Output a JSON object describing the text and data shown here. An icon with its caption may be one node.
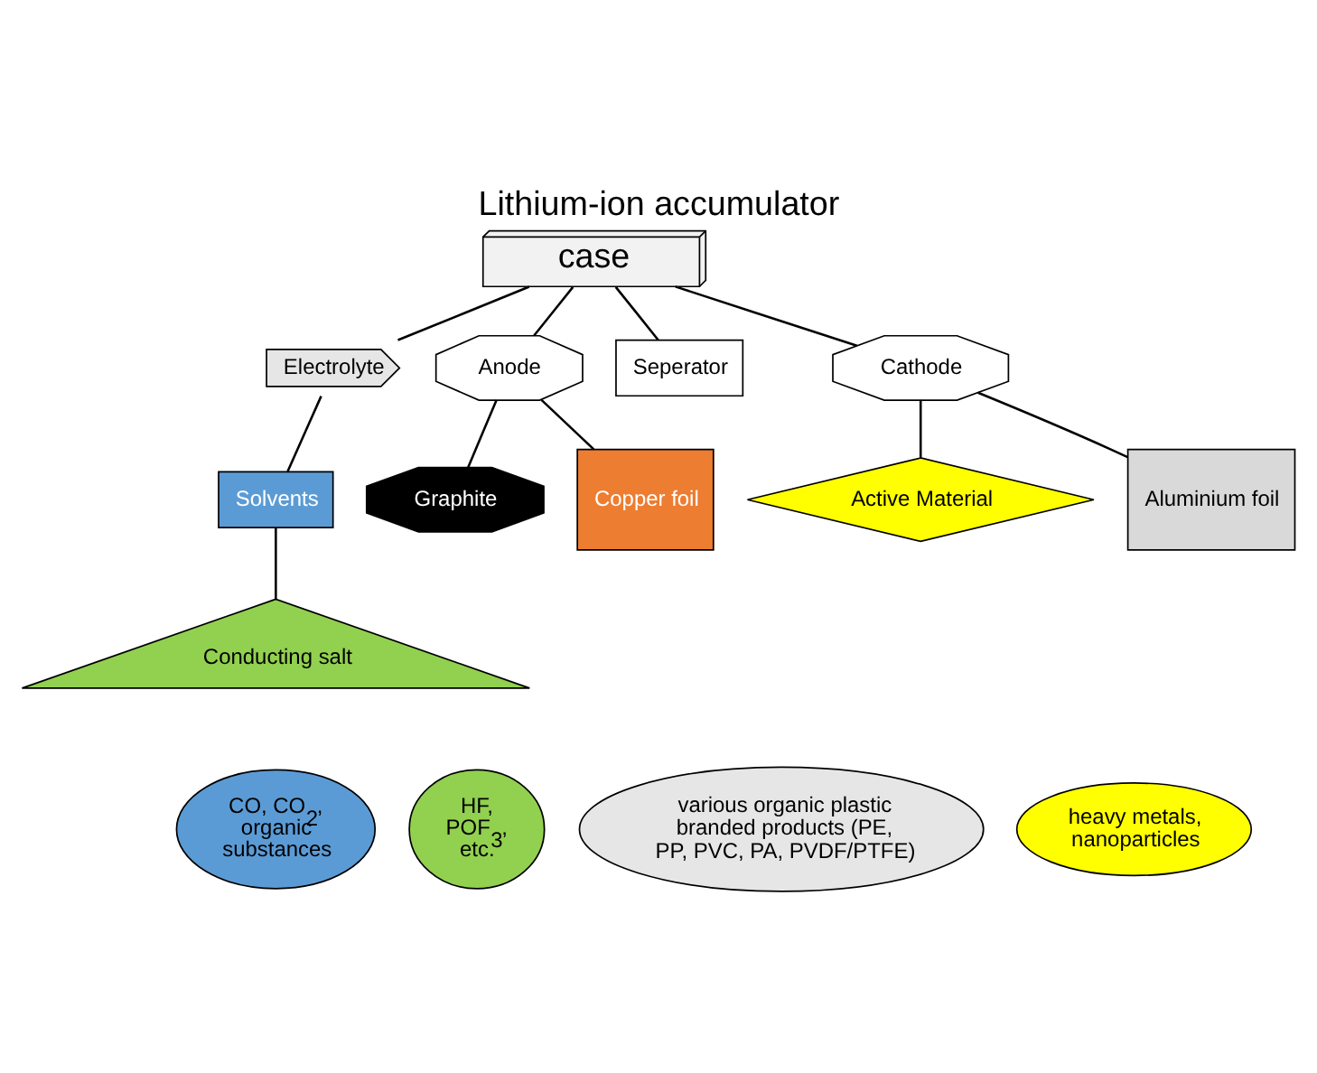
{
  "diagram": {
    "title": "Lithium-ion accumulator",
    "nodes": [
      {
        "text": [
          "case"
        ]
      },
      {
        "text": [
          "Electrolyte"
        ]
      },
      {
        "text": [
          "Anode"
        ]
      },
      {
        "text": [
          "Seperator"
        ]
      },
      {
        "text": [
          "Cathode"
        ]
      },
      {
        "text": [
          "Solvents"
        ]
      },
      {
        "text": [
          "Conducting salt"
        ]
      },
      {
        "text": [
          "Graphite"
        ]
      },
      {
        "text": [
          "Copper foil"
        ]
      },
      {
        "text": [
          "Active Material"
        ]
      },
      {
        "text": [
          "Aluminium foil"
        ]
      },
      {
        "text": [
          "CO, CO$_{2}$, organic substances"
        ]
      },
      {
        "text": [
          "HF, POF$_{3}$, etc."
        ]
      },
      {
        "text": [
          "various organic plastic branded products (PE, PP, PVC, PA, PVDF/PTFE)"
        ]
      },
      {
        "text": [
          "heavy metals, nanoparticles"
        ]
      }
    ],
    "edges": [
      {
        "from": 0,
        "to": 1,
        "arrow": "none"
      },
      {
        "from": 0,
        "to": 2,
        "arrow": "none"
      },
      {
        "from": 0,
        "to": 3,
        "arrow": "none"
      },
      {
        "from": 0,
        "to": 4,
        "arrow": "none"
      },
      {
        "from": 1,
        "to": 5,
        "arrow": "none"
      },
      {
        "from": 5,
        "to": 6,
        "arrow": "none"
      },
      {
        "from": 2,
        "to": 7,
        "arrow": "none"
      },
      {
        "from": 2,
        "to": 8,
        "arrow": "none"
      },
      {
        "from": 4,
        "to": 9,
        "arrow": "none"
      },
      {
        "from": 4,
        "to": 10,
        "arrow": "none"
      }
    ]
  }
}
